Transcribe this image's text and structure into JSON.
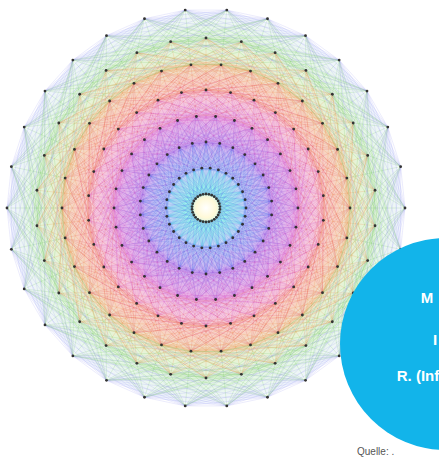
{
  "diagram": {
    "nodes": [
      {
        "text": [
          "M",
          "I",
          "R. (Inf"
        ]
      }
    ],
    "labels": [
      "Quelle: ."
    ]
  }
}
